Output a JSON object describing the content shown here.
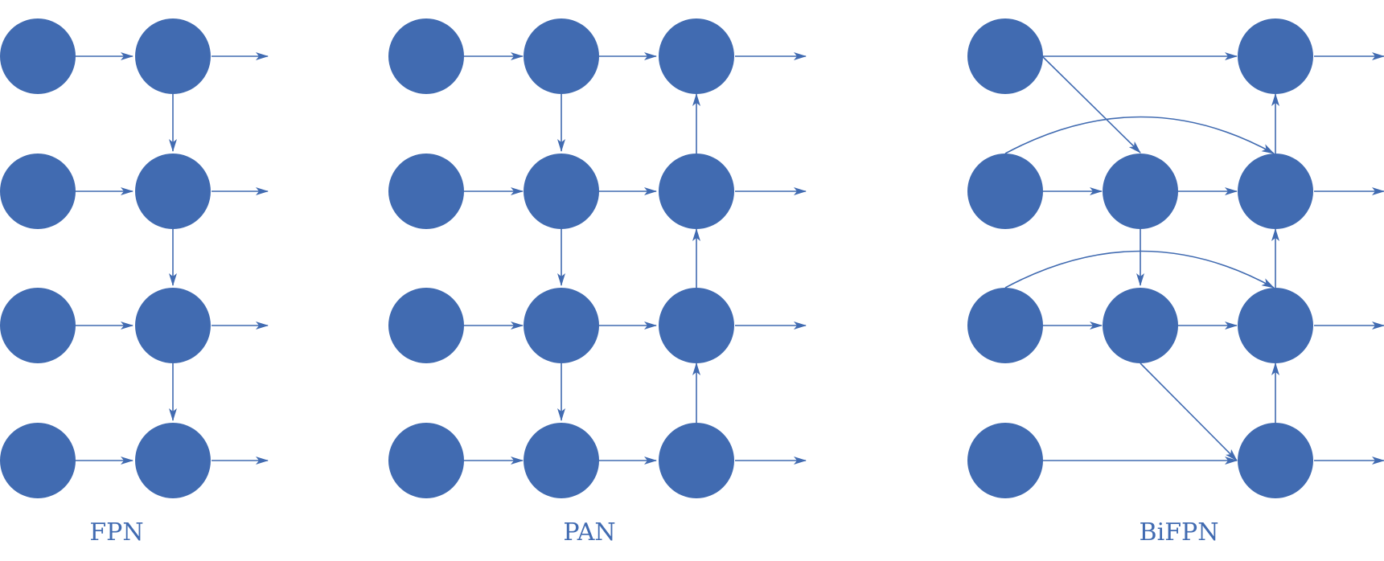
{
  "diagrams": [
    {
      "id": "fpn",
      "caption": "FPN"
    },
    {
      "id": "pan",
      "caption": "PAN"
    },
    {
      "id": "bifpn",
      "caption": "BiFPN"
    }
  ],
  "colors": {
    "node": "#416bb1",
    "edge": "#416bb1"
  }
}
